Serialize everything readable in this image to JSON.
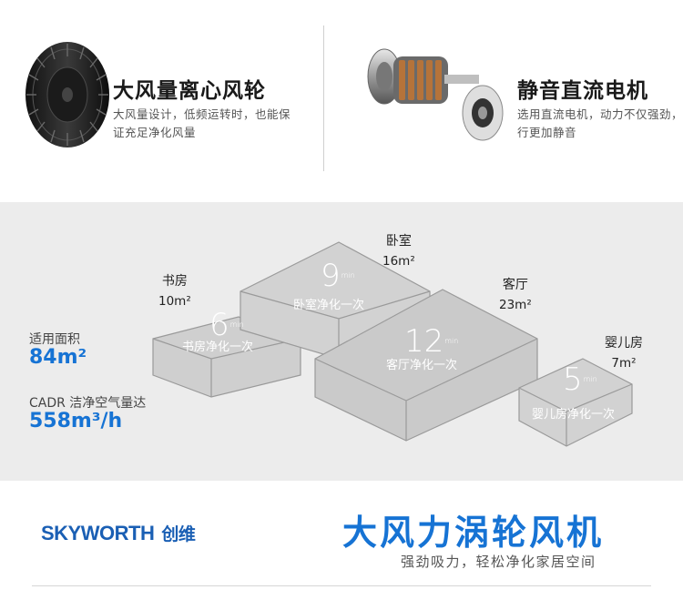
{
  "features": [
    {
      "title": "大风量离心风轮",
      "desc": "大风量设计，低频运转时，也能保证充足净化风量"
    },
    {
      "title": "静音直流电机",
      "desc": "选用直流电机，动力不仅强劲，运行更加静音"
    }
  ],
  "plan": {
    "metrics": [
      {
        "label": "适用面积",
        "value": "84m²"
      },
      {
        "label": "CADR 洁净空气量达",
        "value": "558m³/h"
      }
    ],
    "rooms": [
      {
        "name": "书房",
        "area": "10m²",
        "time": "6",
        "unit": "min",
        "purify": "书房净化一次"
      },
      {
        "name": "卧室",
        "area": "16m²",
        "time": "9",
        "unit": "min",
        "purify": "卧室净化一次"
      },
      {
        "name": "客厅",
        "area": "23m²",
        "time": "12",
        "unit": "min",
        "purify": "客厅净化一次"
      },
      {
        "name": "婴儿房",
        "area": "7m²",
        "time": "5",
        "unit": "min",
        "purify": "婴儿房净化一次"
      }
    ]
  },
  "banner": {
    "brand_en": "SKYWORTH",
    "brand_cn": "创维",
    "headline": "大风力涡轮风机",
    "subline": "强劲吸力，轻松净化家居空间"
  },
  "colors": {
    "accent": "#1673d4",
    "brand": "#1a5fb4",
    "plan_bg": "#ececec"
  }
}
